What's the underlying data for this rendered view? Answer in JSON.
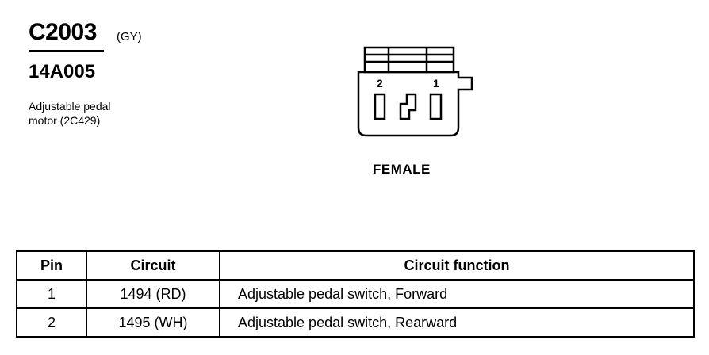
{
  "connector": {
    "id": "C2003",
    "color": "(GY)",
    "part_number": "14A005",
    "description_lines": [
      "Adjustable pedal",
      "motor (2C429)"
    ],
    "pin_labels": [
      "2",
      "1"
    ],
    "gender": "FEMALE"
  },
  "table": {
    "headers": [
      "Pin",
      "Circuit",
      "Circuit function"
    ],
    "rows": [
      {
        "pin": "1",
        "circuit": "1494 (RD)",
        "function": "Adjustable pedal switch, Forward"
      },
      {
        "pin": "2",
        "circuit": "1495 (WH)",
        "function": "Adjustable pedal switch, Rearward"
      }
    ]
  }
}
